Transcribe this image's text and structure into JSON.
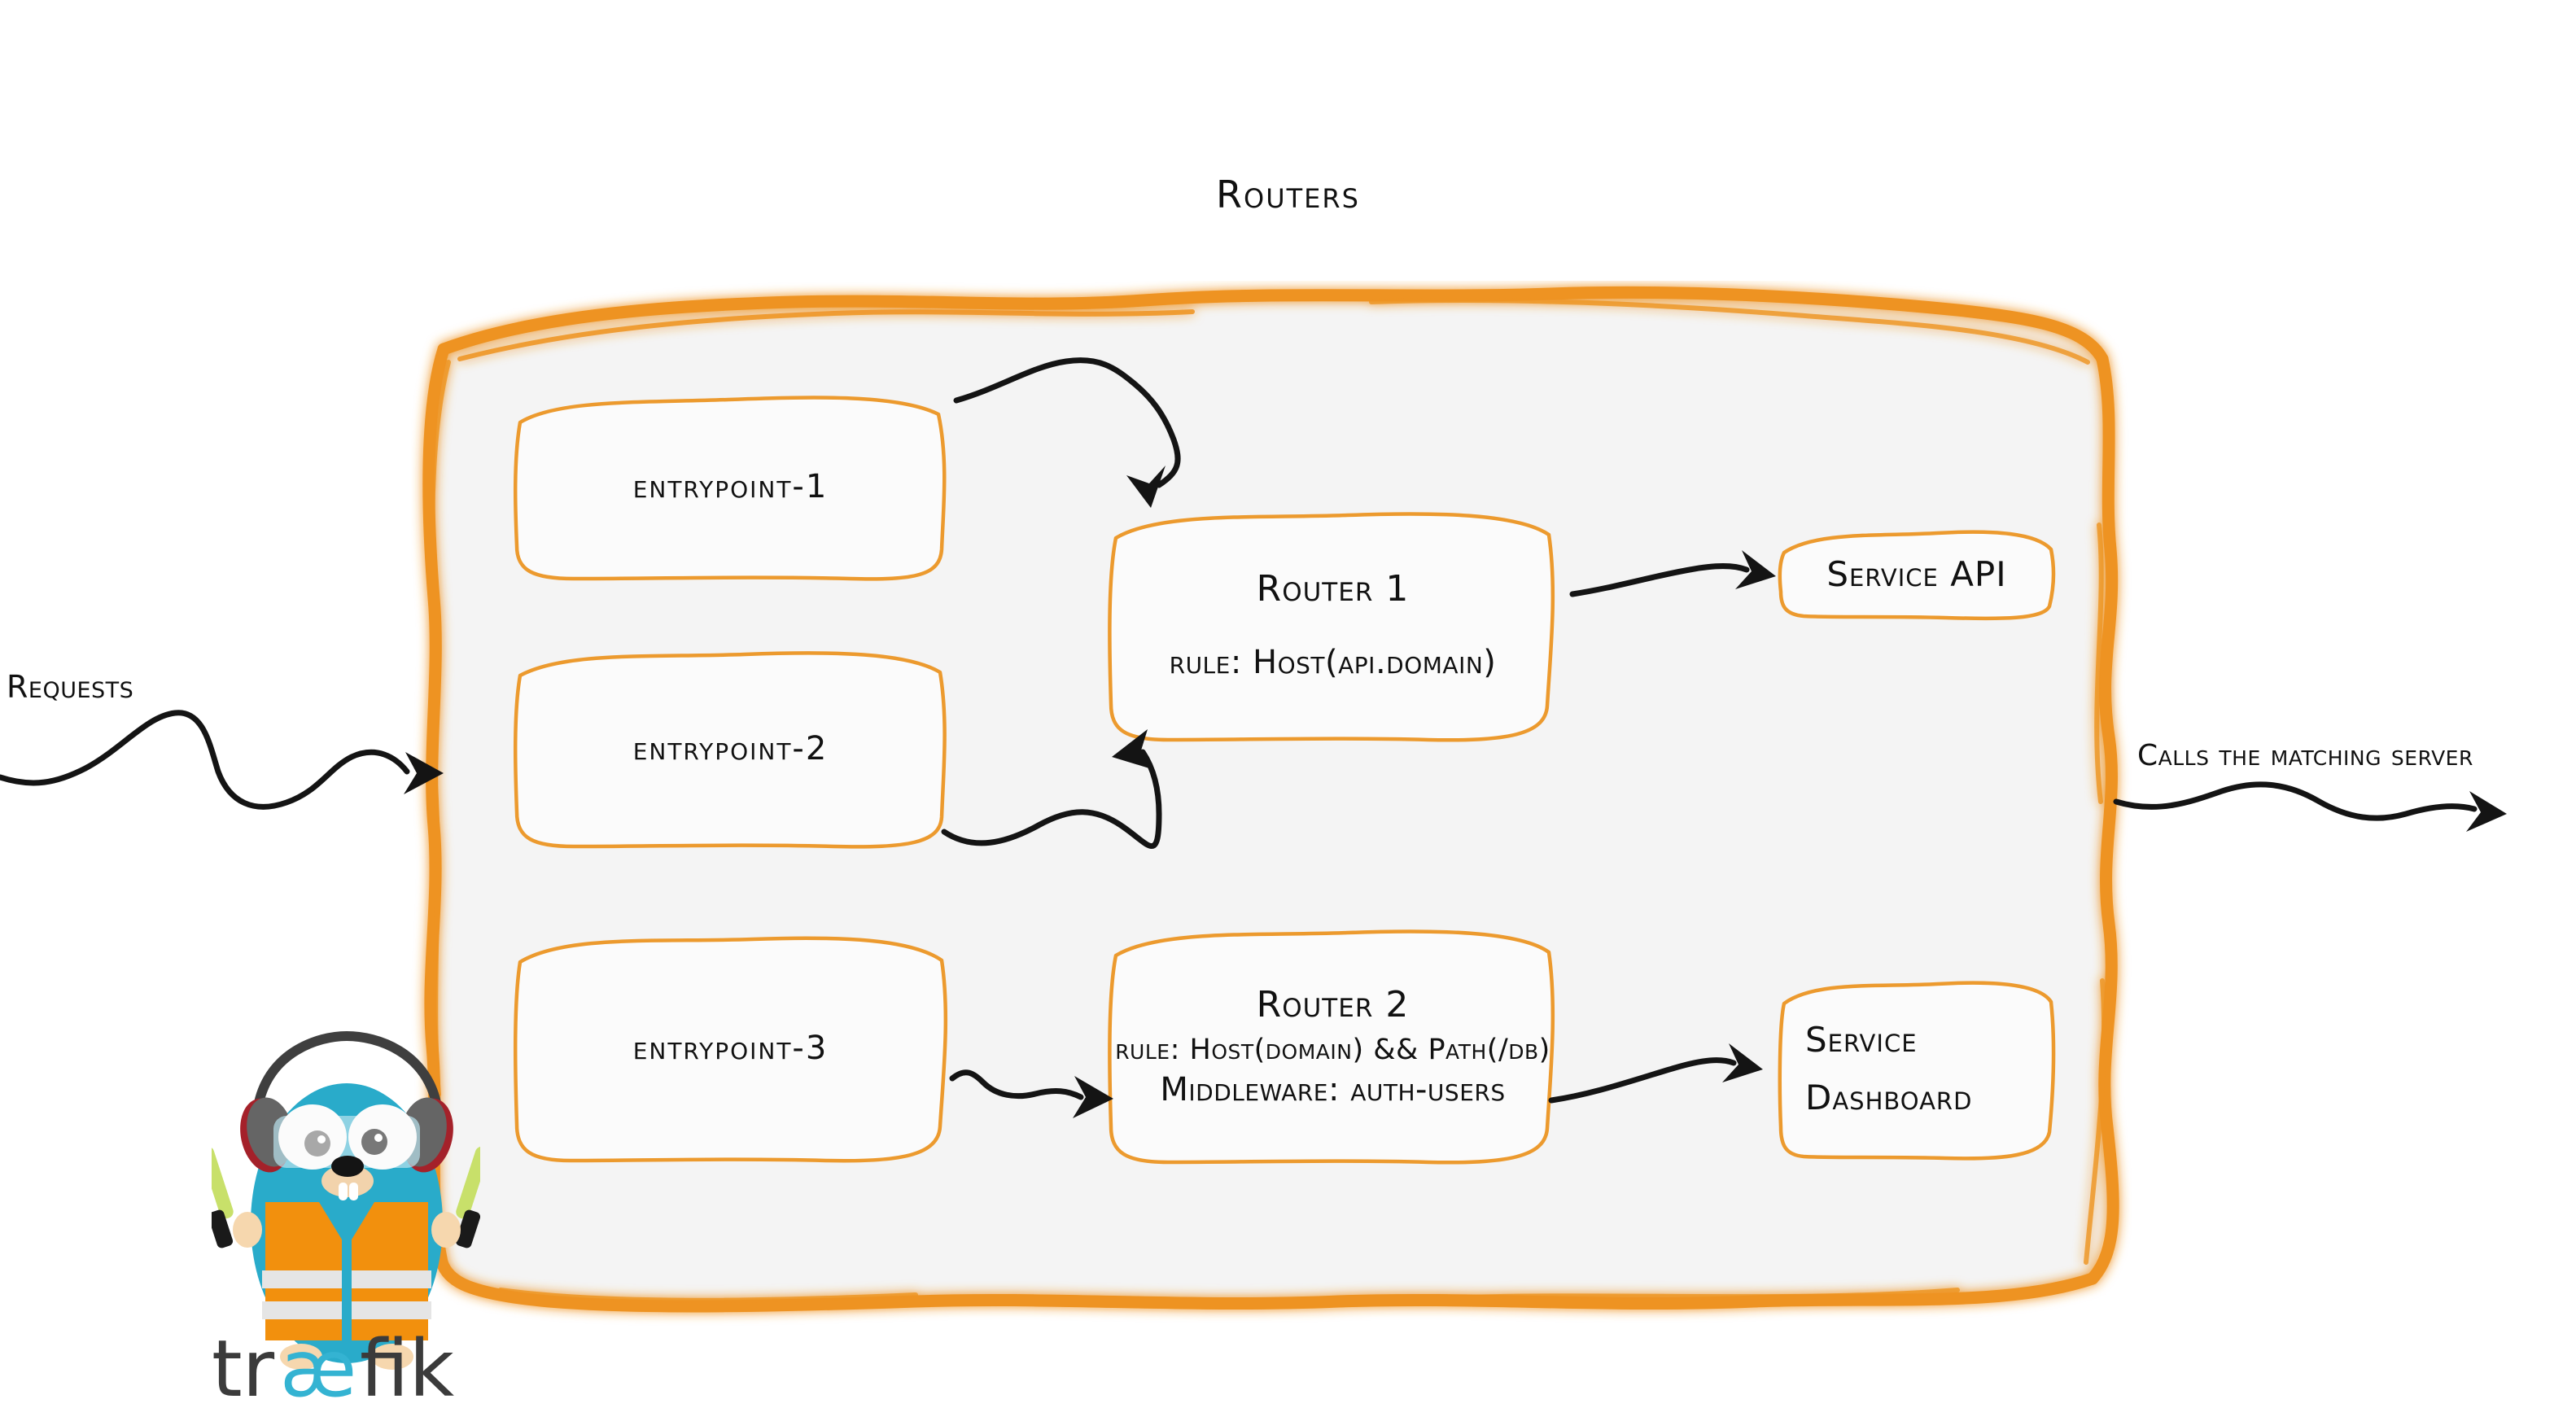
{
  "diagram": {
    "title": "Routers",
    "colors": {
      "accent_orange": "#EE9321",
      "box_stroke_orange": "#EC9A2E",
      "container_fill": "#F4F4F4",
      "ink_black": "#141414",
      "gopher_body": "#29ABCA",
      "gopher_vest": "#F2900D",
      "logo_text": "#3B3B3B",
      "logo_ae": "#34B3D2"
    }
  },
  "labels": {
    "requests": "Requests",
    "calls_the_matching_server": "Calls the matching server"
  },
  "entrypoints": [
    {
      "id": "entrypoint-1",
      "label": "entrypoint-1"
    },
    {
      "id": "entrypoint-2",
      "label": "entrypoint-2"
    },
    {
      "id": "entrypoint-3",
      "label": "entrypoint-3"
    }
  ],
  "routers": [
    {
      "id": "router-1",
      "title": "Router 1",
      "rule": "rule: Host(api.domain)",
      "middleware": null
    },
    {
      "id": "router-2",
      "title": "Router 2",
      "rule": "rule: Host(domain) && Path(/db)",
      "middleware": "Middleware: auth-users"
    }
  ],
  "services": [
    {
      "id": "service-api",
      "lines": [
        "Service API"
      ]
    },
    {
      "id": "service-dashboard",
      "lines": [
        "Service",
        "Dashboard"
      ]
    }
  ],
  "logo": {
    "wordmark_left": "tr",
    "wordmark_ae": "æ",
    "wordmark_right": "fik",
    "mascot": "traefik-gopher"
  },
  "connections": [
    {
      "from": "entrypoint-1",
      "to": "router-1"
    },
    {
      "from": "entrypoint-2",
      "to": "router-1"
    },
    {
      "from": "entrypoint-3",
      "to": "router-2"
    },
    {
      "from": "router-1",
      "to": "service-api"
    },
    {
      "from": "router-2",
      "to": "service-dashboard"
    },
    {
      "from": "requests",
      "to": "routers-container"
    },
    {
      "from": "routers-container",
      "to": "matching-server"
    }
  ]
}
